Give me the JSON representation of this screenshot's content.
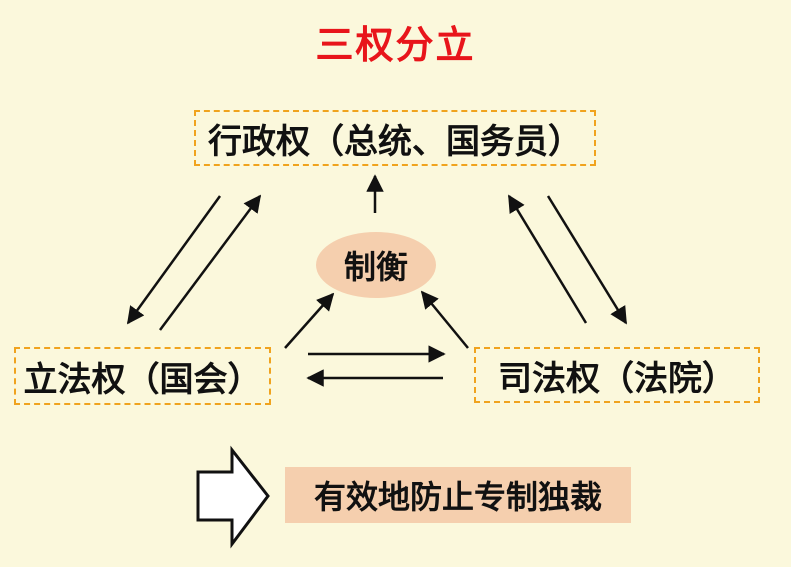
{
  "title": "三权分立",
  "executive": "行政权（总统、国务员）",
  "legislative": "立法权（国会）",
  "judicial": "司法权（法院）",
  "center": "制衡",
  "result": "有效地防止专制独裁",
  "colors": {
    "background": "#fbf8dc",
    "title": "#e8151b",
    "dashed_border": "#f0a31e",
    "highlight_fill": "#f5cfae",
    "arrow": "#111111"
  }
}
